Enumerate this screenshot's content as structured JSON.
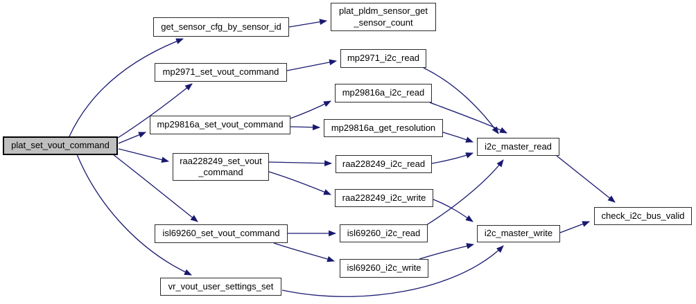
{
  "diagram": {
    "type": "call-graph",
    "edge_color": "#191970",
    "node_fill": "#ffffff",
    "node_border_color": "#2a2a2a",
    "highlight_fill": "#bfbfbf",
    "nodes": [
      {
        "id": "plat_set_vout_command",
        "label": "plat_set_vout_command",
        "highlighted": true
      },
      {
        "id": "get_sensor_cfg_by_sensor_id",
        "label": "get_sensor_cfg_by_sensor_id",
        "highlighted": false
      },
      {
        "id": "plat_pldm_sensor_get_sensor_count",
        "label": "plat_pldm_sensor_get\n_sensor_count",
        "highlighted": false
      },
      {
        "id": "mp2971_set_vout_command",
        "label": "mp2971_set_vout_command",
        "highlighted": false
      },
      {
        "id": "mp2971_i2c_read",
        "label": "mp2971_i2c_read",
        "highlighted": false
      },
      {
        "id": "mp29816a_set_vout_command",
        "label": "mp29816a_set_vout_command",
        "highlighted": false
      },
      {
        "id": "mp29816a_i2c_read",
        "label": "mp29816a_i2c_read",
        "highlighted": false
      },
      {
        "id": "mp29816a_get_resolution",
        "label": "mp29816a_get_resolution",
        "highlighted": false
      },
      {
        "id": "raa228249_set_vout_command",
        "label": "raa228249_set_vout\n_command",
        "highlighted": false
      },
      {
        "id": "raa228249_i2c_read",
        "label": "raa228249_i2c_read",
        "highlighted": false
      },
      {
        "id": "raa228249_i2c_write",
        "label": "raa228249_i2c_write",
        "highlighted": false
      },
      {
        "id": "isl69260_set_vout_command",
        "label": "isl69260_set_vout_command",
        "highlighted": false
      },
      {
        "id": "isl69260_i2c_read",
        "label": "isl69260_i2c_read",
        "highlighted": false
      },
      {
        "id": "isl69260_i2c_write",
        "label": "isl69260_i2c_write",
        "highlighted": false
      },
      {
        "id": "vr_vout_user_settings_set",
        "label": "vr_vout_user_settings_set",
        "highlighted": false
      },
      {
        "id": "i2c_master_read",
        "label": "i2c_master_read",
        "highlighted": false
      },
      {
        "id": "i2c_master_write",
        "label": "i2c_master_write",
        "highlighted": false
      },
      {
        "id": "check_i2c_bus_valid",
        "label": "check_i2c_bus_valid",
        "highlighted": false
      }
    ],
    "edges": [
      {
        "from": "plat_set_vout_command",
        "to": "get_sensor_cfg_by_sensor_id"
      },
      {
        "from": "plat_set_vout_command",
        "to": "mp2971_set_vout_command"
      },
      {
        "from": "plat_set_vout_command",
        "to": "mp29816a_set_vout_command"
      },
      {
        "from": "plat_set_vout_command",
        "to": "raa228249_set_vout_command"
      },
      {
        "from": "plat_set_vout_command",
        "to": "isl69260_set_vout_command"
      },
      {
        "from": "plat_set_vout_command",
        "to": "vr_vout_user_settings_set"
      },
      {
        "from": "get_sensor_cfg_by_sensor_id",
        "to": "plat_pldm_sensor_get_sensor_count"
      },
      {
        "from": "mp2971_set_vout_command",
        "to": "mp2971_i2c_read"
      },
      {
        "from": "mp29816a_set_vout_command",
        "to": "mp29816a_i2c_read"
      },
      {
        "from": "mp29816a_set_vout_command",
        "to": "mp29816a_get_resolution"
      },
      {
        "from": "raa228249_set_vout_command",
        "to": "raa228249_i2c_read"
      },
      {
        "from": "raa228249_set_vout_command",
        "to": "raa228249_i2c_write"
      },
      {
        "from": "isl69260_set_vout_command",
        "to": "isl69260_i2c_read"
      },
      {
        "from": "isl69260_set_vout_command",
        "to": "isl69260_i2c_write"
      },
      {
        "from": "mp2971_i2c_read",
        "to": "i2c_master_read"
      },
      {
        "from": "mp29816a_i2c_read",
        "to": "i2c_master_read"
      },
      {
        "from": "mp29816a_get_resolution",
        "to": "i2c_master_read"
      },
      {
        "from": "raa228249_i2c_read",
        "to": "i2c_master_read"
      },
      {
        "from": "raa228249_i2c_write",
        "to": "i2c_master_write"
      },
      {
        "from": "isl69260_i2c_read",
        "to": "i2c_master_read"
      },
      {
        "from": "isl69260_i2c_write",
        "to": "i2c_master_write"
      },
      {
        "from": "vr_vout_user_settings_set",
        "to": "i2c_master_write"
      },
      {
        "from": "i2c_master_read",
        "to": "check_i2c_bus_valid"
      },
      {
        "from": "i2c_master_write",
        "to": "check_i2c_bus_valid"
      }
    ]
  }
}
